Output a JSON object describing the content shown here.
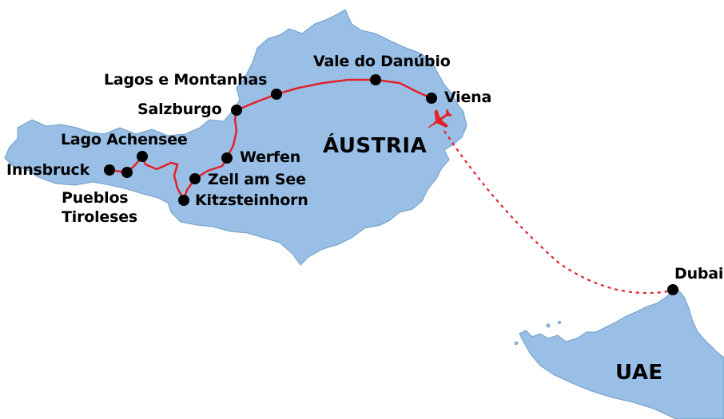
{
  "map": {
    "countries": {
      "austria": "ÁUSTRIA",
      "uae": "UAE"
    },
    "stops": {
      "innsbruck": "Innsbruck",
      "achensee": "Lago Achensee",
      "pueblos_1": "Pueblos",
      "pueblos_2": "Tiroleses",
      "kitzsteinhorn": "Kitzsteinhorn",
      "zell": "Zell am See",
      "werfen": "Werfen",
      "salzburgo": "Salzburgo",
      "lagos": "Lagos e Montanhas",
      "danubio": "Vale do Danúbio",
      "viena": "Viena",
      "dubai": "Dubai"
    },
    "icons": [
      "location-dot",
      "airplane-icon"
    ],
    "colors": {
      "land": "#99bfe6",
      "route": "#e32129",
      "marker": "#000000"
    }
  }
}
